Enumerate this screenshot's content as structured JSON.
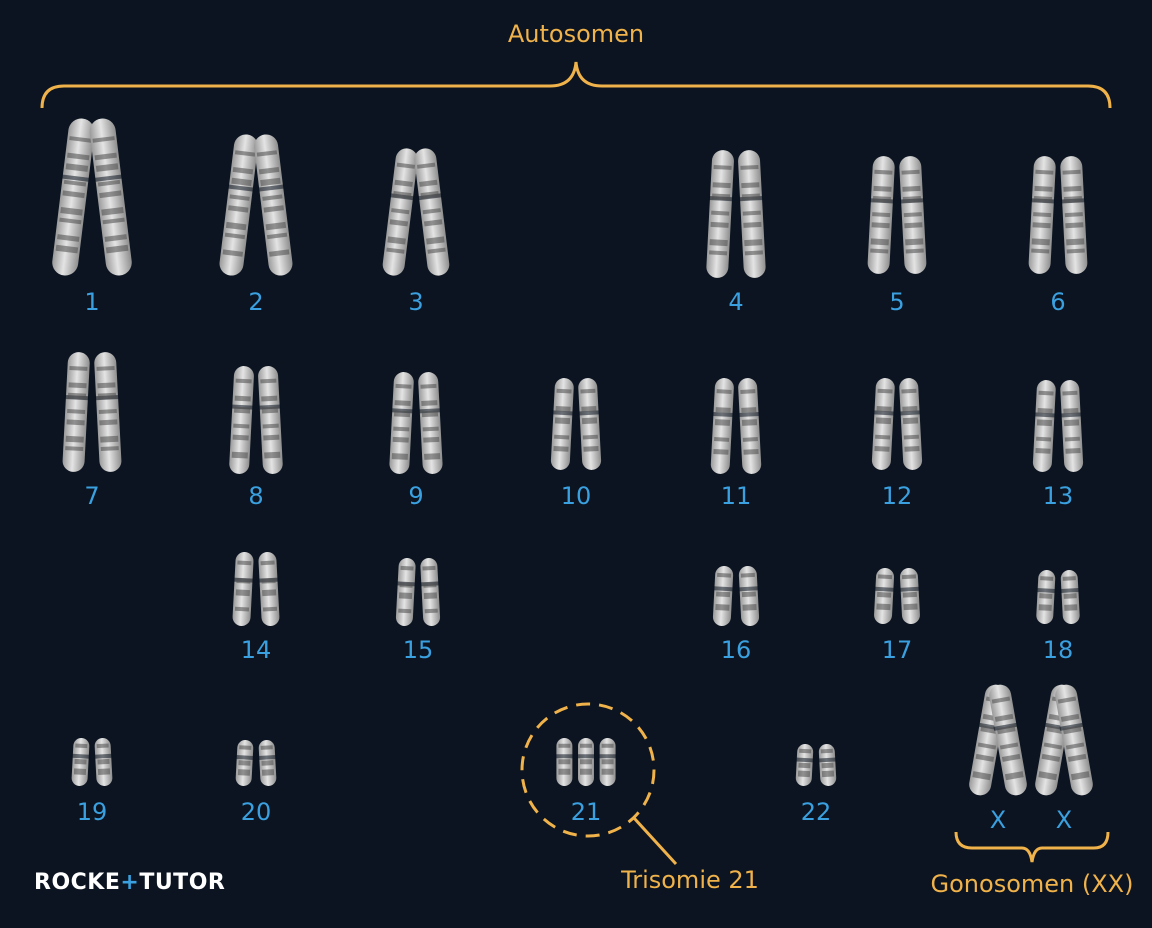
{
  "annotations": {
    "autosomes": "Autosomen",
    "trisomy": "Trisomie 21",
    "gonosomes": "Gonosomen (XX)"
  },
  "brand": {
    "left": "ROCKE",
    "accent": "+",
    "right": "TUTOR"
  },
  "chromosomes": [
    {
      "label": "1",
      "count": 2
    },
    {
      "label": "2",
      "count": 2
    },
    {
      "label": "3",
      "count": 2
    },
    {
      "label": "4",
      "count": 2
    },
    {
      "label": "5",
      "count": 2
    },
    {
      "label": "6",
      "count": 2
    },
    {
      "label": "7",
      "count": 2
    },
    {
      "label": "8",
      "count": 2
    },
    {
      "label": "9",
      "count": 2
    },
    {
      "label": "10",
      "count": 2
    },
    {
      "label": "11",
      "count": 2
    },
    {
      "label": "12",
      "count": 2
    },
    {
      "label": "13",
      "count": 2
    },
    {
      "label": "14",
      "count": 2
    },
    {
      "label": "15",
      "count": 2
    },
    {
      "label": "16",
      "count": 2
    },
    {
      "label": "17",
      "count": 2
    },
    {
      "label": "18",
      "count": 2
    },
    {
      "label": "19",
      "count": 2
    },
    {
      "label": "20",
      "count": 2
    },
    {
      "label": "21",
      "count": 3
    },
    {
      "label": "22",
      "count": 2
    }
  ],
  "sex_chromosomes": [
    "X",
    "X"
  ],
  "colors": {
    "background": "#0b1420",
    "number": "#3aa0e0",
    "annotation": "#f0b24a"
  }
}
